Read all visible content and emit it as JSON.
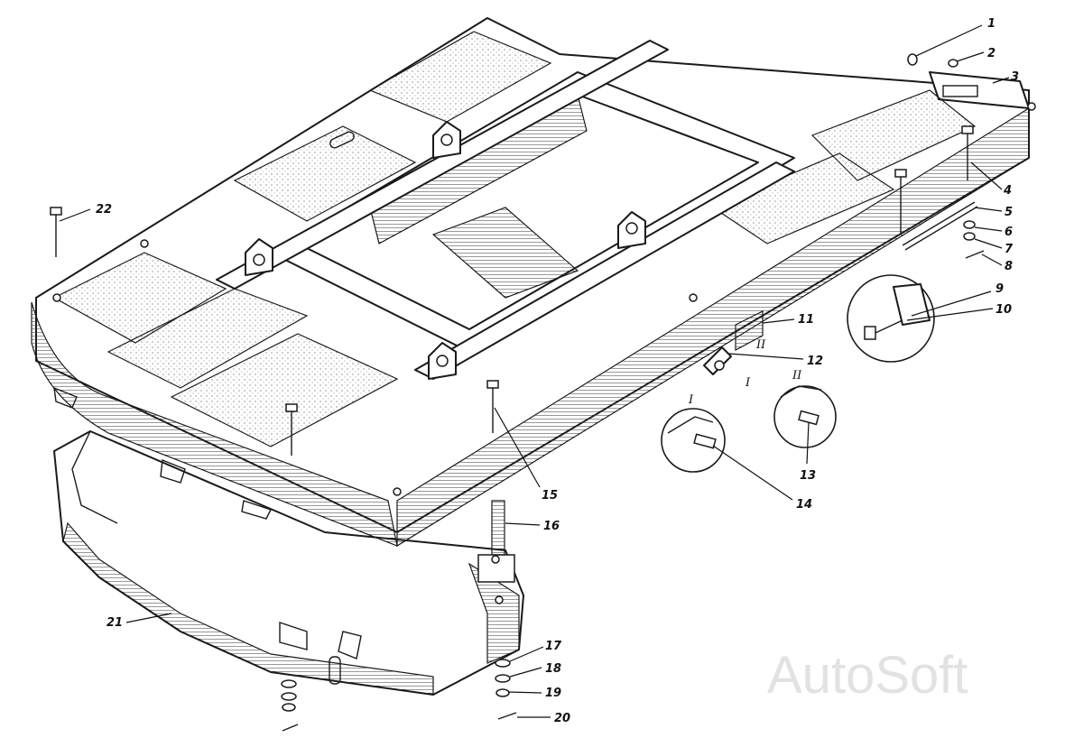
{
  "callouts": [
    "1",
    "2",
    "3",
    "4",
    "5",
    "6",
    "7",
    "8",
    "9",
    "10",
    "11",
    "12",
    "13",
    "14",
    "15",
    "16",
    "17",
    "18",
    "19",
    "20",
    "21",
    "22"
  ],
  "detail_marks": {
    "detail_I": "I",
    "detail_II": "II"
  },
  "watermark": "AutoSoft"
}
